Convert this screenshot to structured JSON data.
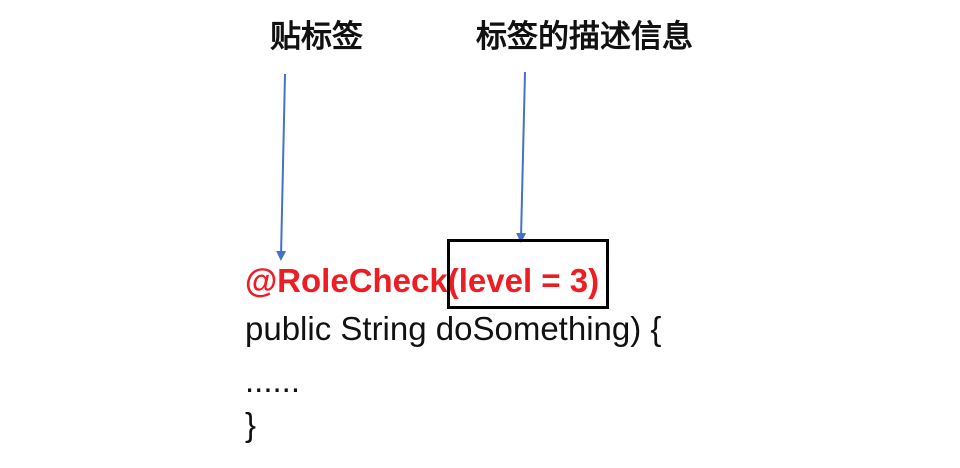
{
  "labels": {
    "annotation": "贴标签",
    "description": "标签的描述信息"
  },
  "code": {
    "annotation_name": "@RoleCheck",
    "annotation_args": "(level = 3)",
    "signature": "public String doSomething) {",
    "body": "......",
    "closing": "}"
  },
  "colors": {
    "arrow": "#4472c4",
    "annotation_text": "#ee1c23",
    "box": "#000000"
  }
}
